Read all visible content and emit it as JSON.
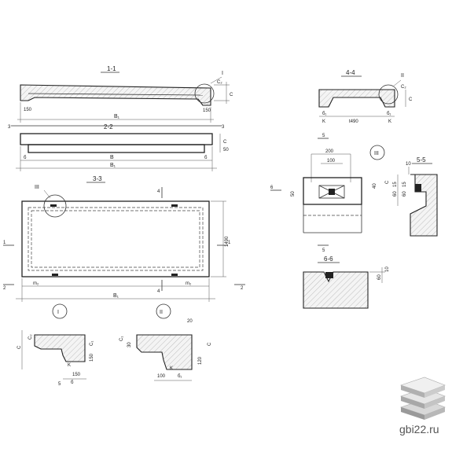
{
  "section_titles": {
    "s11": "1-1",
    "s22": "2-2",
    "s33": "3-3",
    "s44": "4-4",
    "s55": "5-5",
    "s66": "6-6"
  },
  "callouts": {
    "c1": "I",
    "c2": "II",
    "c3": "III"
  },
  "dims": {
    "b1": "B₁",
    "b": "B",
    "bsub": "б",
    "b1sub": "б₁",
    "c": "C",
    "c1": "C₁",
    "c2": "C₂",
    "k": "K",
    "m1": "m₁",
    "m2": "m₂",
    "d150": "150",
    "d1490": "1490",
    "d200": "200",
    "d100": "100",
    "d50": "50",
    "d10": "10",
    "d15": "15",
    "d60": "60",
    "d40": "40",
    "d30": "30",
    "d120": "120",
    "d20": "20",
    "d5": "5",
    "t1490": "t490",
    "n1": "1",
    "n2": "2",
    "n3": "3",
    "n4": "4",
    "n5": "5",
    "n6": "6"
  },
  "watermark": "gbi22.ru"
}
